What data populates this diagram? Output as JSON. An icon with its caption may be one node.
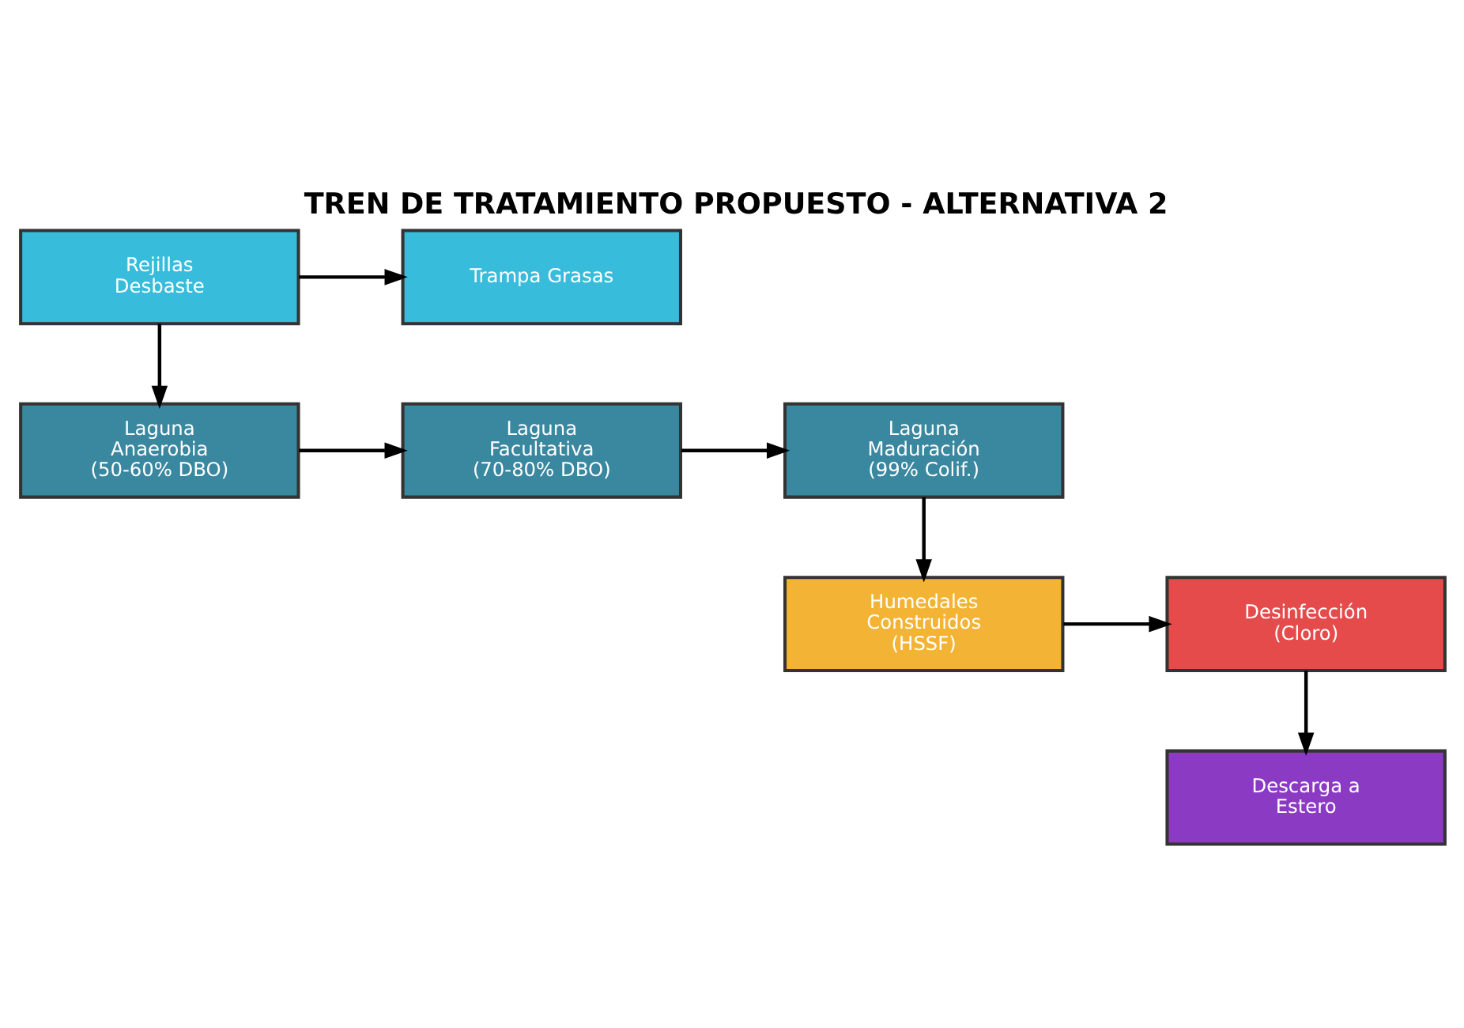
{
  "diagram": {
    "title": "TREN DE TRATAMIENTO PROPUESTO - ALTERNATIVA 2",
    "nodes": [
      {
        "text": [
          "Rejillas Desbaste"
        ]
      },
      {
        "text": [
          "Trampa Grasas"
        ]
      },
      {
        "text": [
          "Laguna Anaerobia",
          "(50-60% DBO)"
        ]
      },
      {
        "text": [
          "Laguna Facultativa",
          "(70-80% DBO)"
        ]
      },
      {
        "text": [
          "Laguna Maduración",
          "(99% Colif.)"
        ]
      },
      {
        "text": [
          "Humedales Construidos",
          "(HSSF)"
        ]
      },
      {
        "text": [
          "Desinfección",
          "(Cloro)"
        ]
      },
      {
        "text": [
          "Descarga a Estero"
        ]
      }
    ],
    "edges": [
      {
        "from": 0,
        "to": 1,
        "arrow": "to"
      },
      {
        "from": 0,
        "to": 2,
        "arrow": "to"
      },
      {
        "from": 2,
        "to": 3,
        "arrow": "to"
      },
      {
        "from": 3,
        "to": 4,
        "arrow": "to"
      },
      {
        "from": 4,
        "to": 5,
        "arrow": "to"
      },
      {
        "from": 5,
        "to": 6,
        "arrow": "to"
      },
      {
        "from": 6,
        "to": 7,
        "arrow": "to"
      }
    ]
  }
}
